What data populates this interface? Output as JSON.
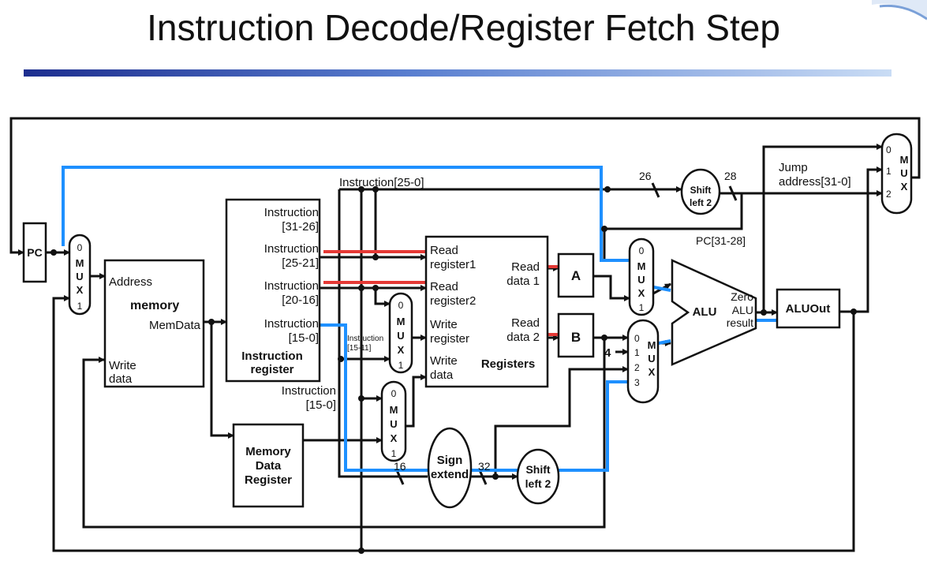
{
  "slide": {
    "title": "Instruction Decode/Register Fetch Step"
  },
  "colors": {
    "wire": "#111111",
    "active_path": "#1e90ff",
    "active_rt_rs": "#e53935",
    "title_rule_start": "#1d2e8f",
    "title_rule_end": "#c9dcf5"
  },
  "diagram": {
    "pc": "PC",
    "mux_letters": [
      "M",
      "U",
      "X"
    ],
    "mux_pc": {
      "in0": "0",
      "in1": "1"
    },
    "mux_write_reg": {
      "in0": "0",
      "in1": "1"
    },
    "mux_write_data": {
      "in0": "0",
      "in1": "1"
    },
    "mux_alu_a": {
      "in0": "0",
      "in1": "1"
    },
    "mux_alu_b": {
      "in0": "0",
      "in1": "1",
      "in2": "2",
      "in3": "3"
    },
    "mux_pc_source": {
      "in0": "0",
      "in1": "1",
      "in2": "2"
    },
    "memory": {
      "address": "Address",
      "name": "memory",
      "memdata": "MemData",
      "write": "Write",
      "data": "data"
    },
    "instruction_register": {
      "f1a": "Instruction",
      "f1b": "[31-26]",
      "f2a": "Instruction",
      "f2b": "[25-21]",
      "f3a": "Instruction",
      "f3b": "[20-16]",
      "f4a": "Instruction",
      "f4b": "[15-0]",
      "name1": "Instruction",
      "name2": "register"
    },
    "instr_25_0": "Instruction[25-0]",
    "instr_15_11a": "Instruction",
    "instr_15_11b": "[15-11]",
    "instr_15_0a": "Instruction",
    "instr_15_0b": "[15-0]",
    "mdr": {
      "l1": "Memory",
      "l2": "Data",
      "l3": "Register"
    },
    "registers": {
      "rr1a": "Read",
      "rr1b": "register1",
      "rr2a": "Read",
      "rr2b": "register2",
      "wra": "Write",
      "wrb": "register",
      "wda": "Write",
      "wdb": "data",
      "rd1a": "Read",
      "rd1b": "data 1",
      "rd2a": "Read",
      "rd2b": "data 2",
      "name": "Registers"
    },
    "reg_a": "A",
    "reg_b": "B",
    "const_four": "4",
    "sign_extend": {
      "l1": "Sign",
      "l2": "extend"
    },
    "shift_left_lower": {
      "l1": "Shift",
      "l2": "left 2"
    },
    "shift_left_upper": {
      "l1": "Shift",
      "l2": "left 2"
    },
    "widths": {
      "w26": "26",
      "w28": "28",
      "w16": "16",
      "w32": "32"
    },
    "alu": {
      "name": "ALU",
      "zero": "Zero",
      "res1": "ALU",
      "res2": "result"
    },
    "aluout": "ALUOut",
    "jump": {
      "l1": "Jump",
      "l2": "address[31-0]"
    },
    "pc_31_28": "PC[31-28]"
  }
}
